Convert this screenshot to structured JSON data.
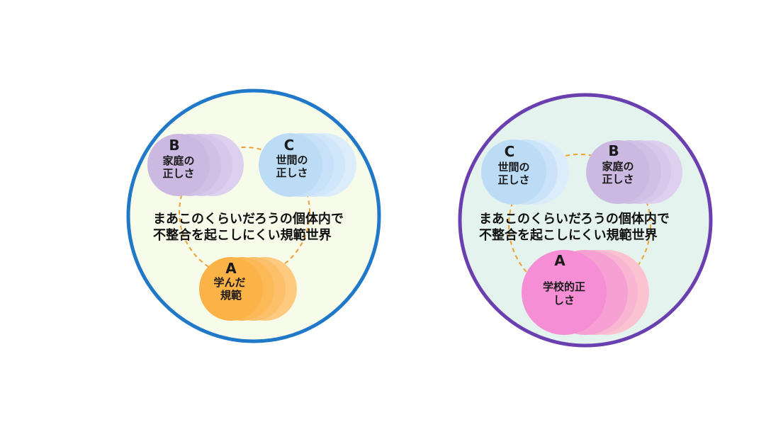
{
  "colors": {
    "left_border": "#1f78c8",
    "left_fill": "#f6fbea",
    "right_border": "#6a3fb0",
    "right_fill": "#e5f3ee",
    "dashed_ring": "#f0a030",
    "b_main": "#cbb9e2",
    "b_echo": "#ddd0ee",
    "c_main": "#bcdcf6",
    "c_echo": "#dbecfb",
    "a_left_main": "#fbb247",
    "a_left_echo": "#fdca80",
    "a_right_main": "#f58ed4",
    "a_right_echo": "#fbc3d2"
  },
  "left_diagram": {
    "center_line1": "まあこのくらいだろうの個体内で",
    "center_line2": "不整合を起こしにくい規範世界",
    "node_b": {
      "letter": "B",
      "line1": "家庭の",
      "line2": "正しさ"
    },
    "node_c": {
      "letter": "C",
      "line1": "世間の",
      "line2": "正しさ"
    },
    "node_a": {
      "letter": "A",
      "line1": "学んだ",
      "line2": "規範"
    }
  },
  "right_diagram": {
    "center_line1": "まあこのくらいだろうの個体内で",
    "center_line2": "不整合を起こしにくい規範世界",
    "node_c": {
      "letter": "C",
      "line1": "世間の",
      "line2": "正しさ"
    },
    "node_b": {
      "letter": "B",
      "line1": "家庭の",
      "line2": "正しさ"
    },
    "node_a": {
      "letter": "A",
      "line1": "学校的正",
      "line2": "しさ"
    }
  }
}
